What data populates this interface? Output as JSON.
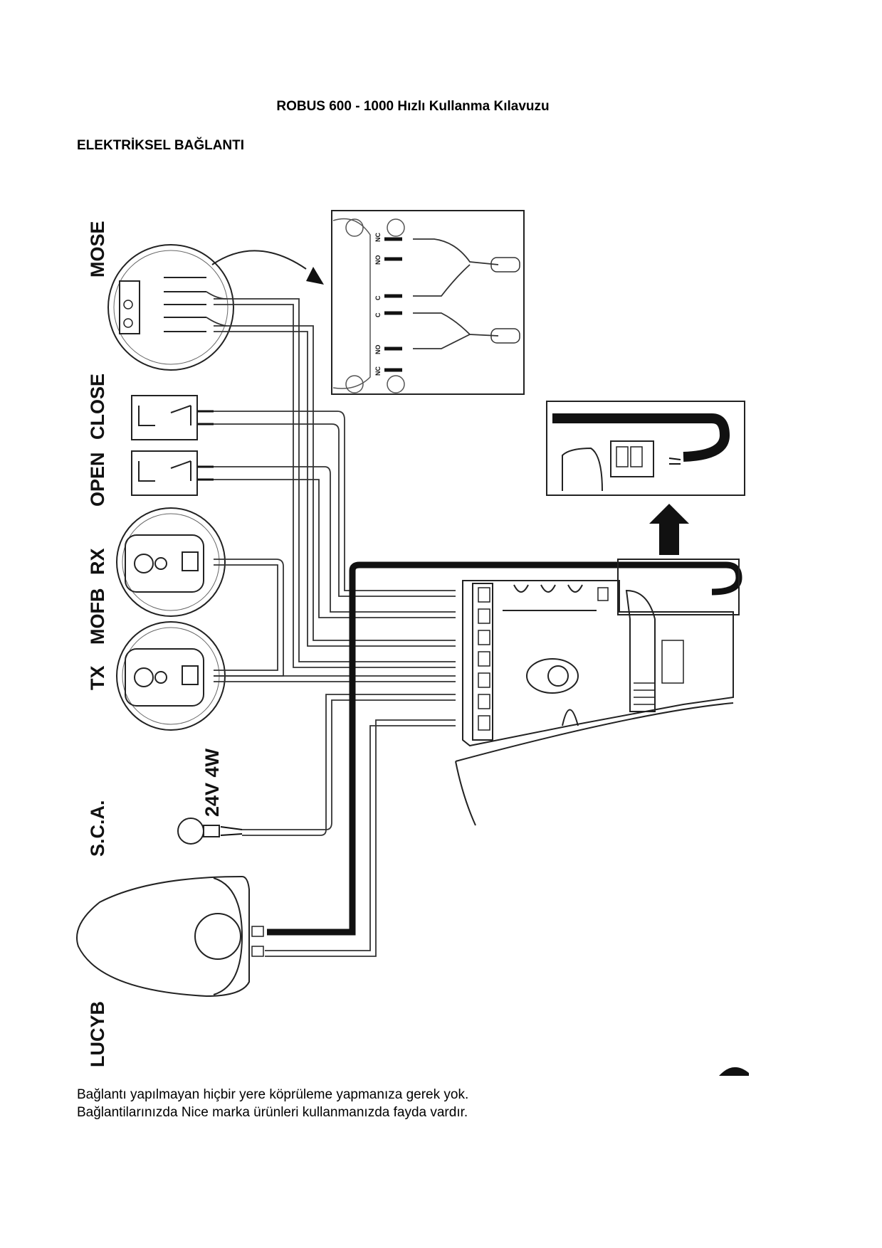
{
  "document": {
    "title": "ROBUS 600 - 1000 Hızlı Kullanma Kılavuzu",
    "section": "ELEKTRİKSEL BAĞLANTI",
    "notes": [
      "Bağlantı yapılmayan hiçbir yere köprüleme yapmanıza gerek yok.",
      "Bağlantilarınızda Nice marka ürünleri kullanmanızda fayda vardır."
    ]
  },
  "diagram": {
    "device_labels": {
      "mose": "MOSE",
      "close": "CLOSE",
      "open": "OPEN",
      "rx": "RX",
      "mofb": "MOFB",
      "tx": "TX",
      "sca": "S.C.A.",
      "lucyb": "LUCYB"
    },
    "lamp_rating": "24V 4W",
    "mose_terminal_labels": [
      "NC",
      "NO",
      "C",
      "C",
      "NO",
      "NC"
    ]
  }
}
